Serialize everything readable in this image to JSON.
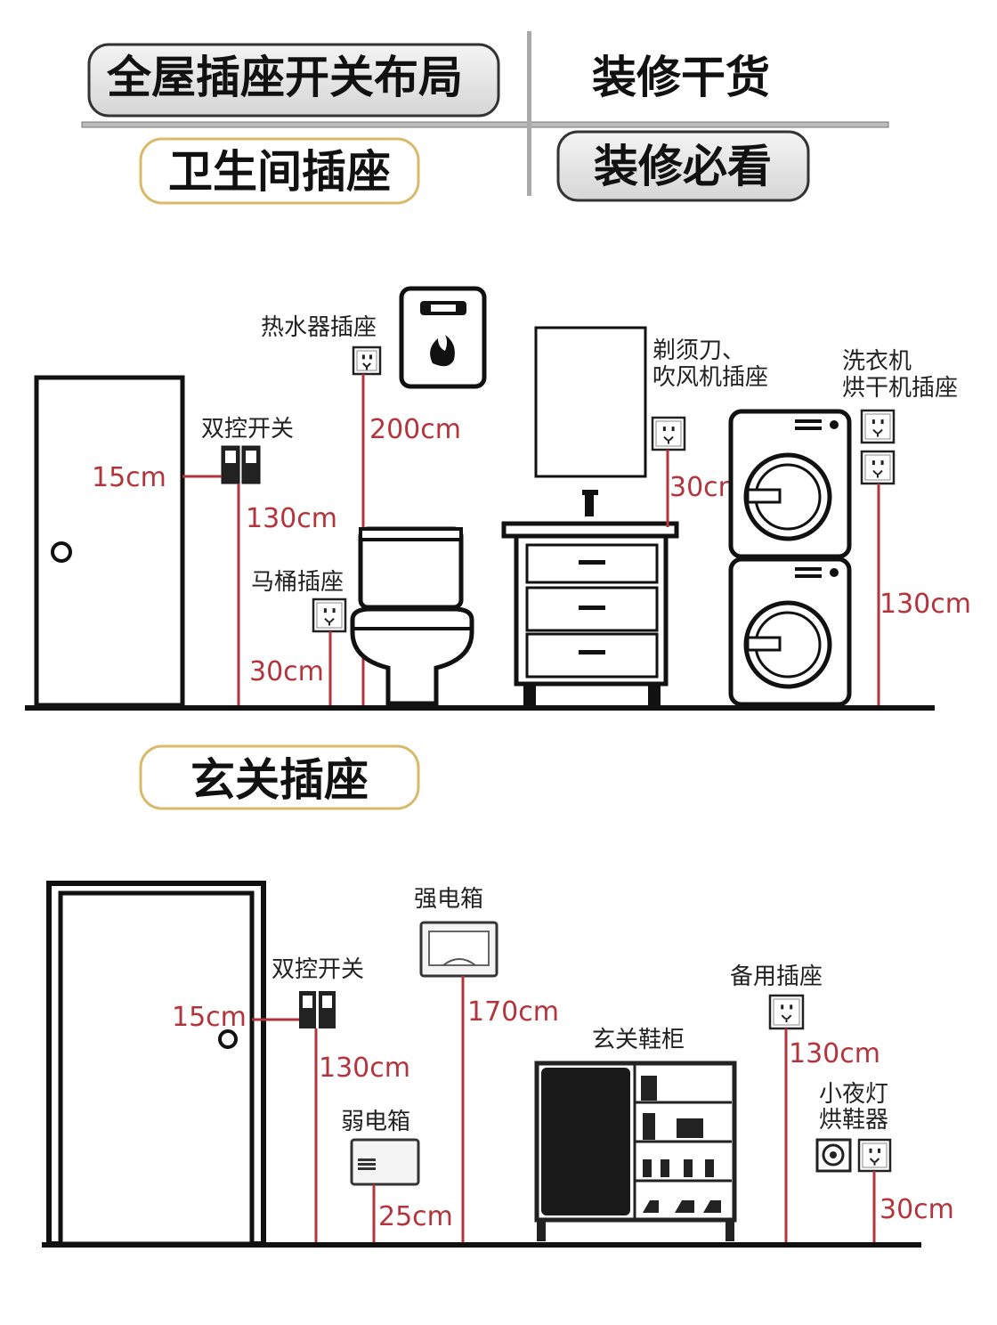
{
  "header": {
    "title": "全屋插座开关布局",
    "tag1": "装修干货",
    "tag2": "装修必看"
  },
  "bathroom": {
    "section_title": "卫生间插座",
    "labels": {
      "water_heater_socket": "热水器插座",
      "dual_switch": "双控开关",
      "toilet_socket": "马桶插座",
      "razor_line1": "剃须刀、",
      "razor_line2": "吹风机插座",
      "washer_line1": "洗衣机",
      "washer_line2": "烘干机插座"
    },
    "measurements": {
      "door_offset": "15cm",
      "switch_height": "130cm",
      "toilet_socket_height": "30cm",
      "water_heater_height": "200cm",
      "razor_height": "30cm",
      "washer_height": "130cm"
    }
  },
  "entrance": {
    "section_title": "玄关插座",
    "labels": {
      "dual_switch": "双控开关",
      "strong_box": "强电箱",
      "weak_box": "弱电箱",
      "shoe_cabinet": "玄关鞋柜",
      "spare_socket": "备用插座",
      "night_line1": "小夜灯",
      "night_line2": "烘鞋器"
    },
    "measurements": {
      "door_offset": "15cm",
      "switch_height": "130cm",
      "weak_box_height": "25cm",
      "strong_box_height": "170cm",
      "spare_socket_height": "130cm",
      "night_height": "30cm"
    }
  },
  "colors": {
    "accent": "#b3343c",
    "line": "#111111"
  }
}
